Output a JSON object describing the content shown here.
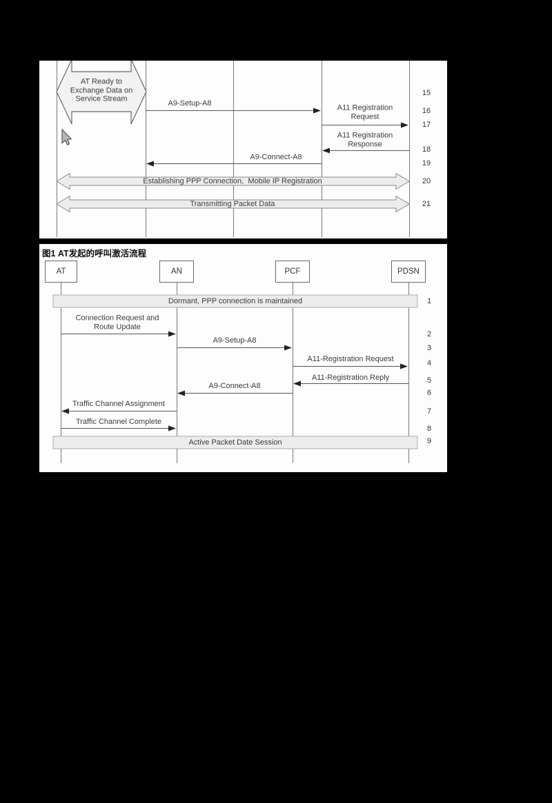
{
  "figure_top_fragment": {
    "callout": "AT Ready to\nExchange Data on\nService Stream",
    "a9_setup": "A9-Setup-A8",
    "a11_request": "A11 Registration\nRequest",
    "a11_response": "A11 Registration\nResponse",
    "a9_connect": "A9-Connect-A8",
    "ppp_band": "Establishing PPP Connection,  Mobile IP Registration",
    "transmit_band": "Transmitting Packet Data",
    "steps": [
      "15",
      "16",
      "17",
      "18",
      "19",
      "20",
      "21"
    ]
  },
  "figure1": {
    "caption": "图1  AT发起的呼叫激活流程",
    "actors": [
      "AT",
      "AN",
      "PCF",
      "PDSN"
    ],
    "band_dormant": "Dormant, PPP connection is maintained",
    "connection_request": "Connection Request and\nRoute Update",
    "a9_setup": "A9-Setup-A8",
    "a11_request": "A11-Registration Request",
    "a11_reply": "A11-Registration Reply",
    "a9_connect": "A9-Connect-A8",
    "traffic_assignment": "Traffic Channel Assignment",
    "traffic_complete": "Traffic Channel Complete",
    "band_active": "Active Packet Date Session",
    "steps": [
      "1",
      "2",
      "3",
      "4",
      "5",
      "6",
      "7",
      "8",
      "9"
    ]
  },
  "colors": {
    "page_background": "#000000",
    "panel_background": "#fdfdfd",
    "band_fill": "#ececec",
    "line_gray": "#777777",
    "text_gray": "#3a3a3a"
  }
}
